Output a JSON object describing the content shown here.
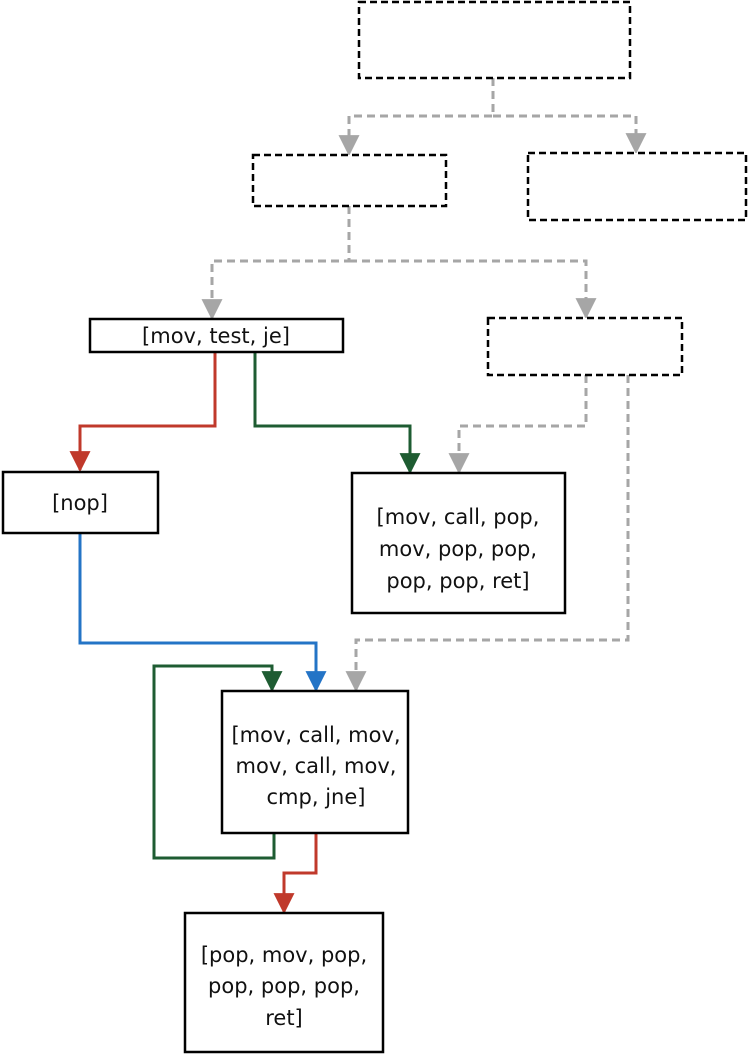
{
  "diagram": {
    "type": "control-flow-graph",
    "colors": {
      "taken_edge": "#c0392b",
      "fallthrough_edge": "#1e5c32",
      "unconditional_edge": "#2474c6",
      "dashed_edge": "#a6a6a6",
      "node_border": "#000000"
    },
    "nodes": {
      "top": {
        "style": "dashed",
        "lines": []
      },
      "mid_left": {
        "style": "dashed",
        "lines": []
      },
      "mid_right": {
        "style": "dashed",
        "lines": []
      },
      "right_dashed": {
        "style": "dashed",
        "lines": []
      },
      "mov_test_je": {
        "style": "solid",
        "lines": [
          "[mov, test, je]"
        ]
      },
      "nop": {
        "style": "solid",
        "lines": [
          "[nop]"
        ]
      },
      "mov_call_pop": {
        "style": "solid",
        "lines": [
          "[mov, call, pop,",
          "mov, pop, pop,",
          "pop, pop, ret]"
        ]
      },
      "loop_block": {
        "style": "solid",
        "lines": [
          "[mov, call, mov,",
          "mov, call, mov,",
          "cmp, jne]"
        ]
      },
      "exit_block": {
        "style": "solid",
        "lines": [
          "[pop, mov, pop,",
          "pop, pop, pop,",
          "ret]"
        ]
      }
    },
    "edges": [
      {
        "from": "top",
        "to": "mid_left",
        "kind": "dashed"
      },
      {
        "from": "top",
        "to": "mid_right",
        "kind": "dashed"
      },
      {
        "from": "mid_left",
        "to": "mov_test_je",
        "kind": "dashed"
      },
      {
        "from": "mid_left",
        "to": "right_dashed",
        "kind": "dashed"
      },
      {
        "from": "mov_test_je",
        "to": "nop",
        "kind": "taken"
      },
      {
        "from": "mov_test_je",
        "to": "mov_call_pop",
        "kind": "fallthrough"
      },
      {
        "from": "right_dashed",
        "to": "mov_call_pop",
        "kind": "dashed"
      },
      {
        "from": "right_dashed",
        "to": "loop_block",
        "kind": "dashed"
      },
      {
        "from": "nop",
        "to": "loop_block",
        "kind": "unconditional"
      },
      {
        "from": "loop_block",
        "to": "loop_block",
        "kind": "fallthrough"
      },
      {
        "from": "loop_block",
        "to": "exit_block",
        "kind": "taken"
      }
    ]
  }
}
